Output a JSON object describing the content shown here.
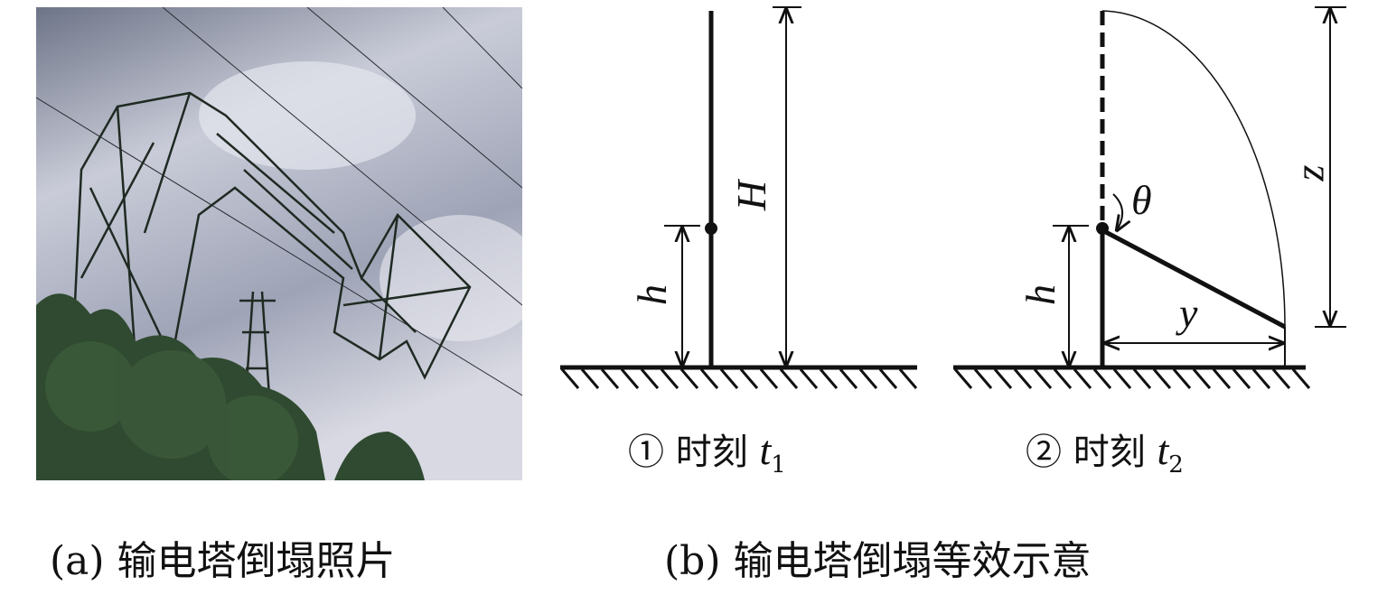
{
  "photo": {
    "description_label": "transmission-tower-collapse-photo"
  },
  "captions": {
    "a": "(a) 输电塔倒塌照片",
    "b": "(b) 输电塔倒塌等效示意"
  },
  "panel1": {
    "marker": "①",
    "text": "时刻",
    "var": "t",
    "sub": "1",
    "h": "h",
    "H": "H"
  },
  "panel2": {
    "marker": "②",
    "text": "时刻",
    "var": "t",
    "sub": "2",
    "h": "h",
    "y": "y",
    "z": "z",
    "theta": "θ"
  }
}
